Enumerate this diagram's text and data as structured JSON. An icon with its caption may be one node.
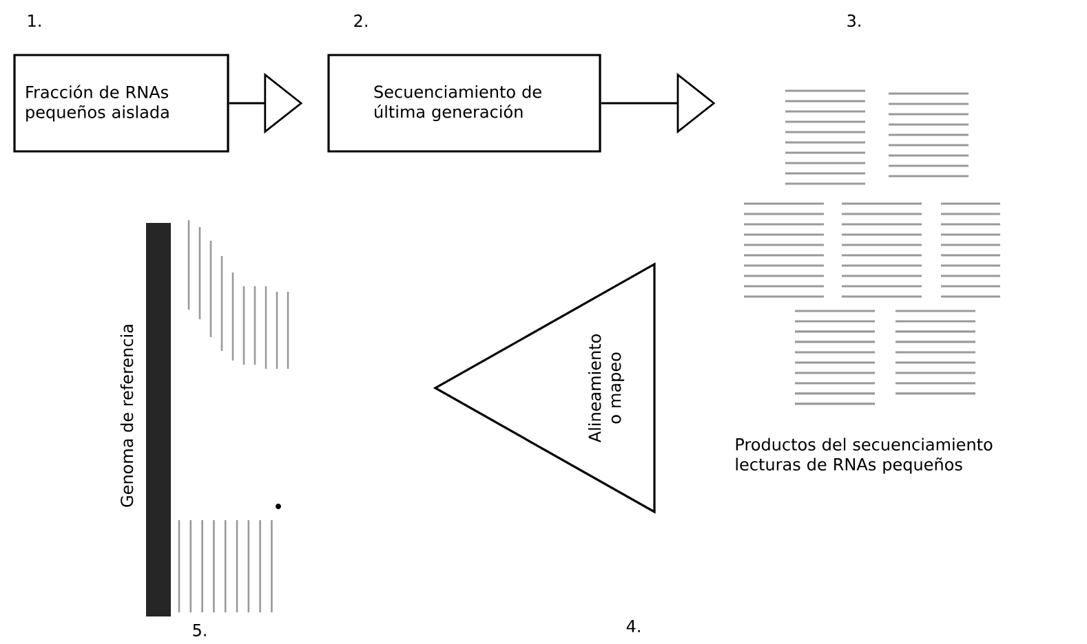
{
  "diagram": {
    "nodes": [
      {
        "text": [
          "Fracción de RNAs pequeños aislada"
        ]
      },
      {
        "text": [
          "Secuenciamiento de última generación"
        ]
      },
      {
        "text": [],
        "shape": "picture",
        "beside": [
          "Productos del secuenciamiento lecturas de RNAs pequeños"
        ]
      },
      {
        "text": [
          "Alineamiento o mapeo"
        ]
      },
      {
        "text": [],
        "shape": "picture",
        "beside": [
          "Genoma de referencia"
        ]
      }
    ],
    "edges": [
      {
        "from": 0,
        "to": 1,
        "arrow": "to"
      },
      {
        "from": 1,
        "to": 2,
        "arrow": "to"
      }
    ],
    "labels": [
      "1.",
      "2.",
      "3.",
      "4.",
      "5."
    ]
  }
}
